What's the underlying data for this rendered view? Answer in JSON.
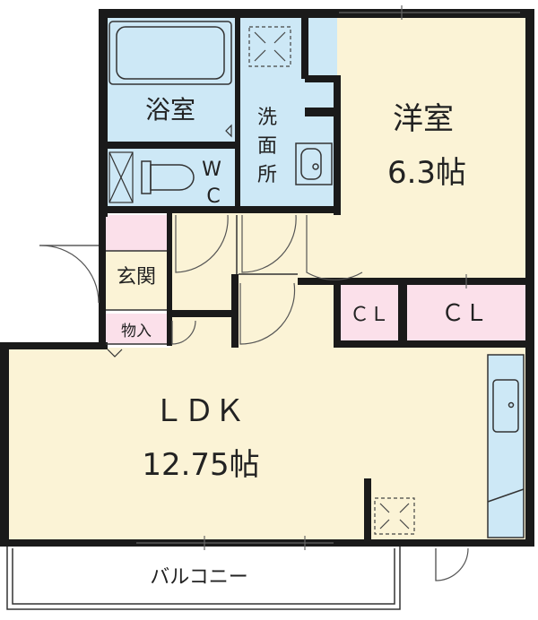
{
  "rooms": {
    "bath": "浴室",
    "western": "洋室",
    "western_size": "6.3帖",
    "washroom": [
      "洗",
      "面",
      "所"
    ],
    "wc": [
      "W",
      "C"
    ],
    "entrance": "玄関",
    "storage": "物入",
    "closet_small": "ＣＬ",
    "closet_large": "ＣＬ",
    "ldk": "ＬＤＫ",
    "ldk_size": "12.75帖",
    "balcony": "バルコニー"
  },
  "colors": {
    "wall": "#1a1a1a",
    "floor_main": "#fbf3d6",
    "floor_wet": "#cde8f6",
    "floor_closet": "#fbe0ea",
    "balcony": "#ffffff"
  }
}
